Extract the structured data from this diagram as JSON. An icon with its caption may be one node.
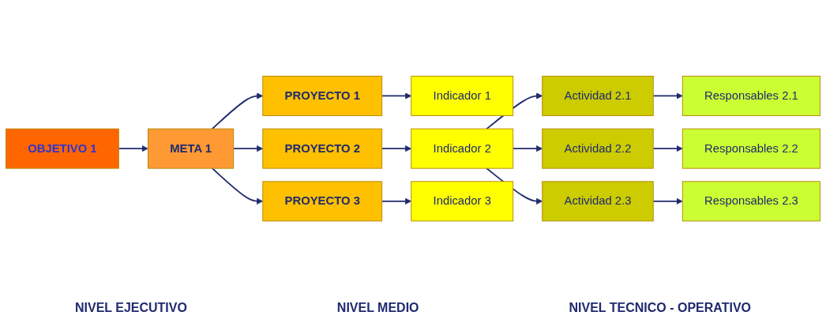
{
  "diagram": {
    "nodes": [
      {
        "text": [
          "OBJETIVO 1"
        ]
      },
      {
        "text": [
          "META 1"
        ]
      },
      {
        "text": [
          "PROYECTO 1"
        ]
      },
      {
        "text": [
          "Indicador 1"
        ]
      },
      {
        "text": [
          "PROYECTO 2"
        ]
      },
      {
        "text": [
          "Indicador 2"
        ]
      },
      {
        "text": [
          "PROYECTO 3"
        ]
      },
      {
        "text": [
          "Indicador 3"
        ]
      },
      {
        "text": [
          "Actividad 2.1"
        ]
      },
      {
        "text": [
          "Actividad 2.2"
        ]
      },
      {
        "text": [
          "Actividad 2.3"
        ]
      },
      {
        "text": [
          "Responsables 2.1"
        ]
      },
      {
        "text": [
          "Responsables 2.2"
        ]
      },
      {
        "text": [
          "Responsables 2.3"
        ]
      }
    ],
    "edges": [
      {
        "from": 0,
        "to": 1,
        "arrow": "to"
      },
      {
        "from": 1,
        "to": 2,
        "arrow": "to"
      },
      {
        "from": 1,
        "to": 4,
        "arrow": "to"
      },
      {
        "from": 1,
        "to": 6,
        "arrow": "to"
      },
      {
        "from": 2,
        "to": 3,
        "arrow": "to"
      },
      {
        "from": 4,
        "to": 5,
        "arrow": "to"
      },
      {
        "from": 6,
        "to": 7,
        "arrow": "to"
      },
      {
        "from": 5,
        "to": 8,
        "arrow": "to"
      },
      {
        "from": 5,
        "to": 9,
        "arrow": "to"
      },
      {
        "from": 5,
        "to": 10,
        "arrow": "to"
      },
      {
        "from": 8,
        "to": 11,
        "arrow": "to"
      },
      {
        "from": 9,
        "to": 12,
        "arrow": "to"
      },
      {
        "from": 10,
        "to": 13,
        "arrow": "to"
      }
    ],
    "labels": [
      "NIVEL EJECUTIVO",
      "NIVEL MEDIO",
      "NIVEL TECNICO - OPERATIVO"
    ]
  }
}
